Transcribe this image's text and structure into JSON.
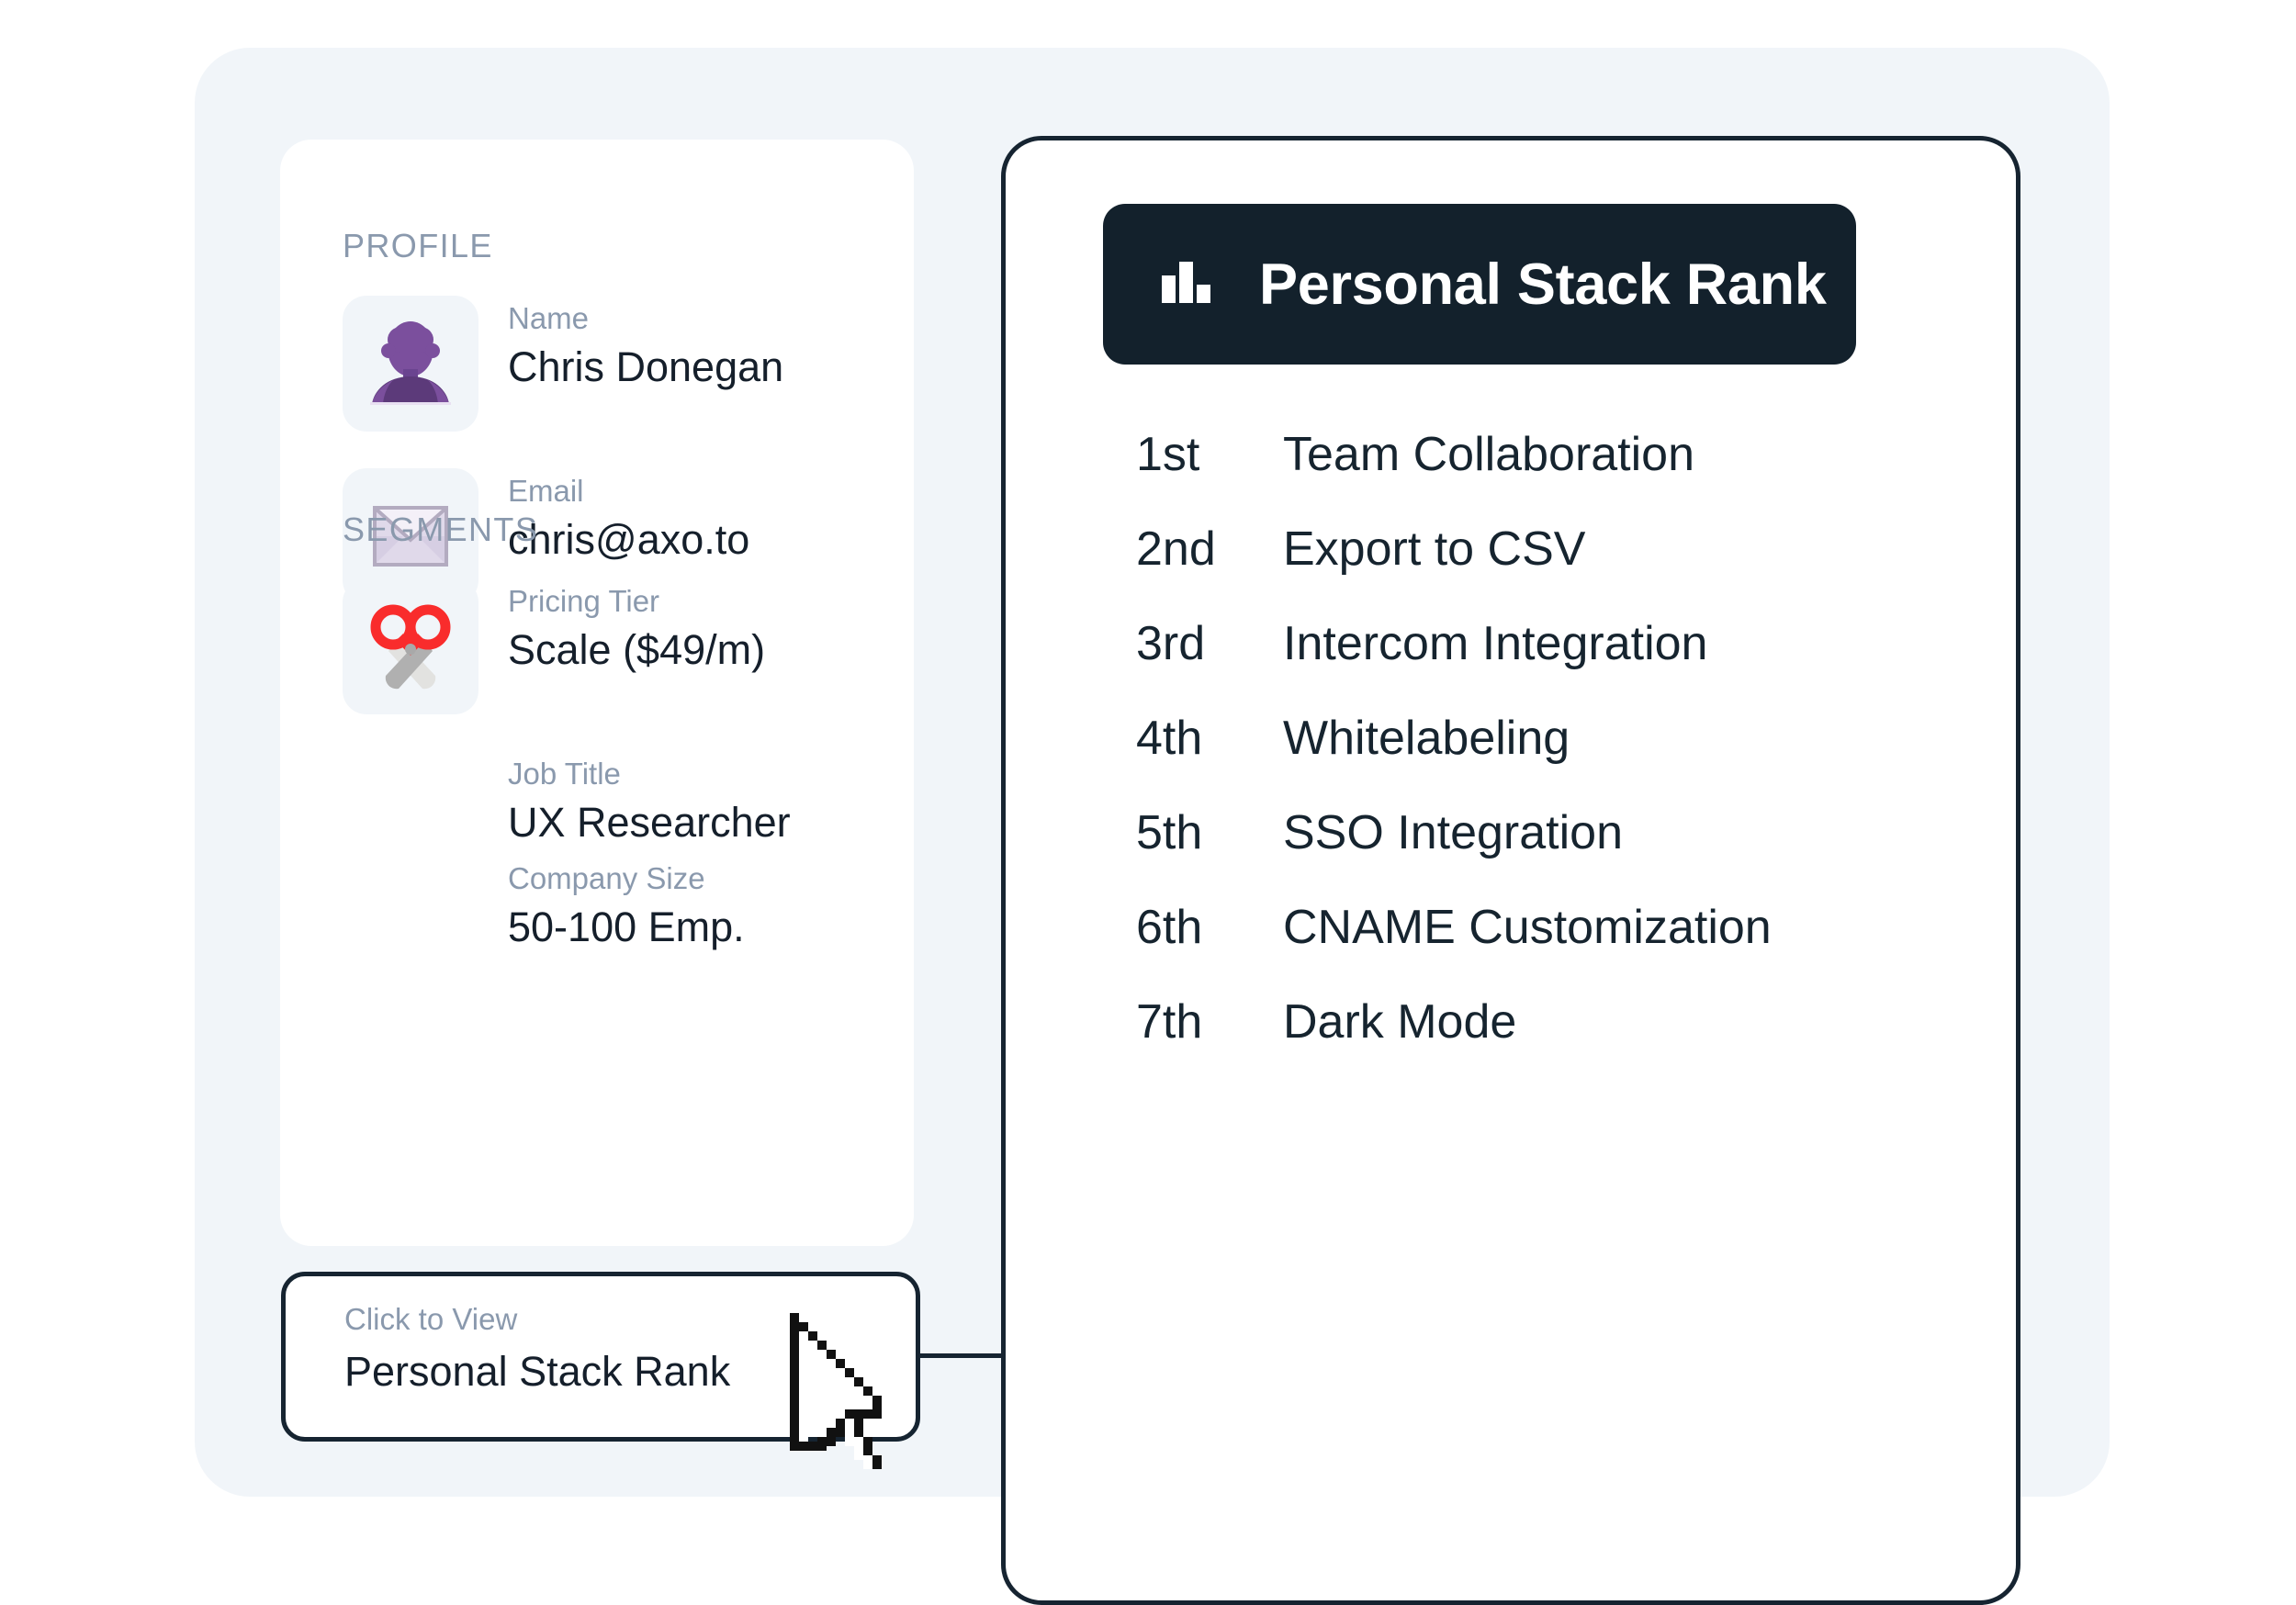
{
  "profile": {
    "section_label": "PROFILE",
    "fields": [
      {
        "icon": "user-bust-icon",
        "label": "Name",
        "value": "Chris Donegan"
      },
      {
        "icon": "envelope-icon",
        "label": "Email",
        "value": "chris@axo.to"
      }
    ]
  },
  "segments": {
    "section_label": "SEGMENTS",
    "fields": [
      {
        "icon": "scissors-icon",
        "label": "Pricing Tier",
        "value": "Scale ($49/m)"
      },
      {
        "icon": null,
        "label": "Job Title",
        "value": "UX Researcher"
      },
      {
        "icon": null,
        "label": "Company Size",
        "value": "50-100 Emp."
      }
    ]
  },
  "click_card": {
    "label": "Click to View",
    "value": "Personal Stack Rank"
  },
  "cursor": {
    "icon": "mouse-arrow-cursor"
  },
  "detail_panel": {
    "badge": {
      "icon": "bar-chart-icon",
      "title": "Personal Stack Rank"
    },
    "rankings": [
      {
        "position": "1st",
        "label": "Team Collaboration"
      },
      {
        "position": "2nd",
        "label": "Export to CSV"
      },
      {
        "position": "3rd",
        "label": "Intercom Integration"
      },
      {
        "position": "4th",
        "label": "Whitelabeling"
      },
      {
        "position": "5th",
        "label": "SSO Integration"
      },
      {
        "position": "6th",
        "label": "CNAME Customization"
      },
      {
        "position": "7th",
        "label": "Dark Mode"
      }
    ]
  },
  "colors": {
    "canvas": "#ffffff",
    "outer_panel": "#f1f5f9",
    "card": "#ffffff",
    "ink": "#16242f",
    "muted_label": "#8a99ad",
    "badge_bg": "#13212c",
    "badge_text": "#ffffff",
    "border": "#162431",
    "icon_tile": "#f1f5f9",
    "avatar_purple": "#7b4f9d",
    "avatar_purple_dark": "#5c3a7a",
    "envelope_fill": "#e6e0ee",
    "envelope_border": "#b3abc0",
    "scissors_red": "#f92c2c",
    "scissors_blade": "#b0b0b0"
  }
}
